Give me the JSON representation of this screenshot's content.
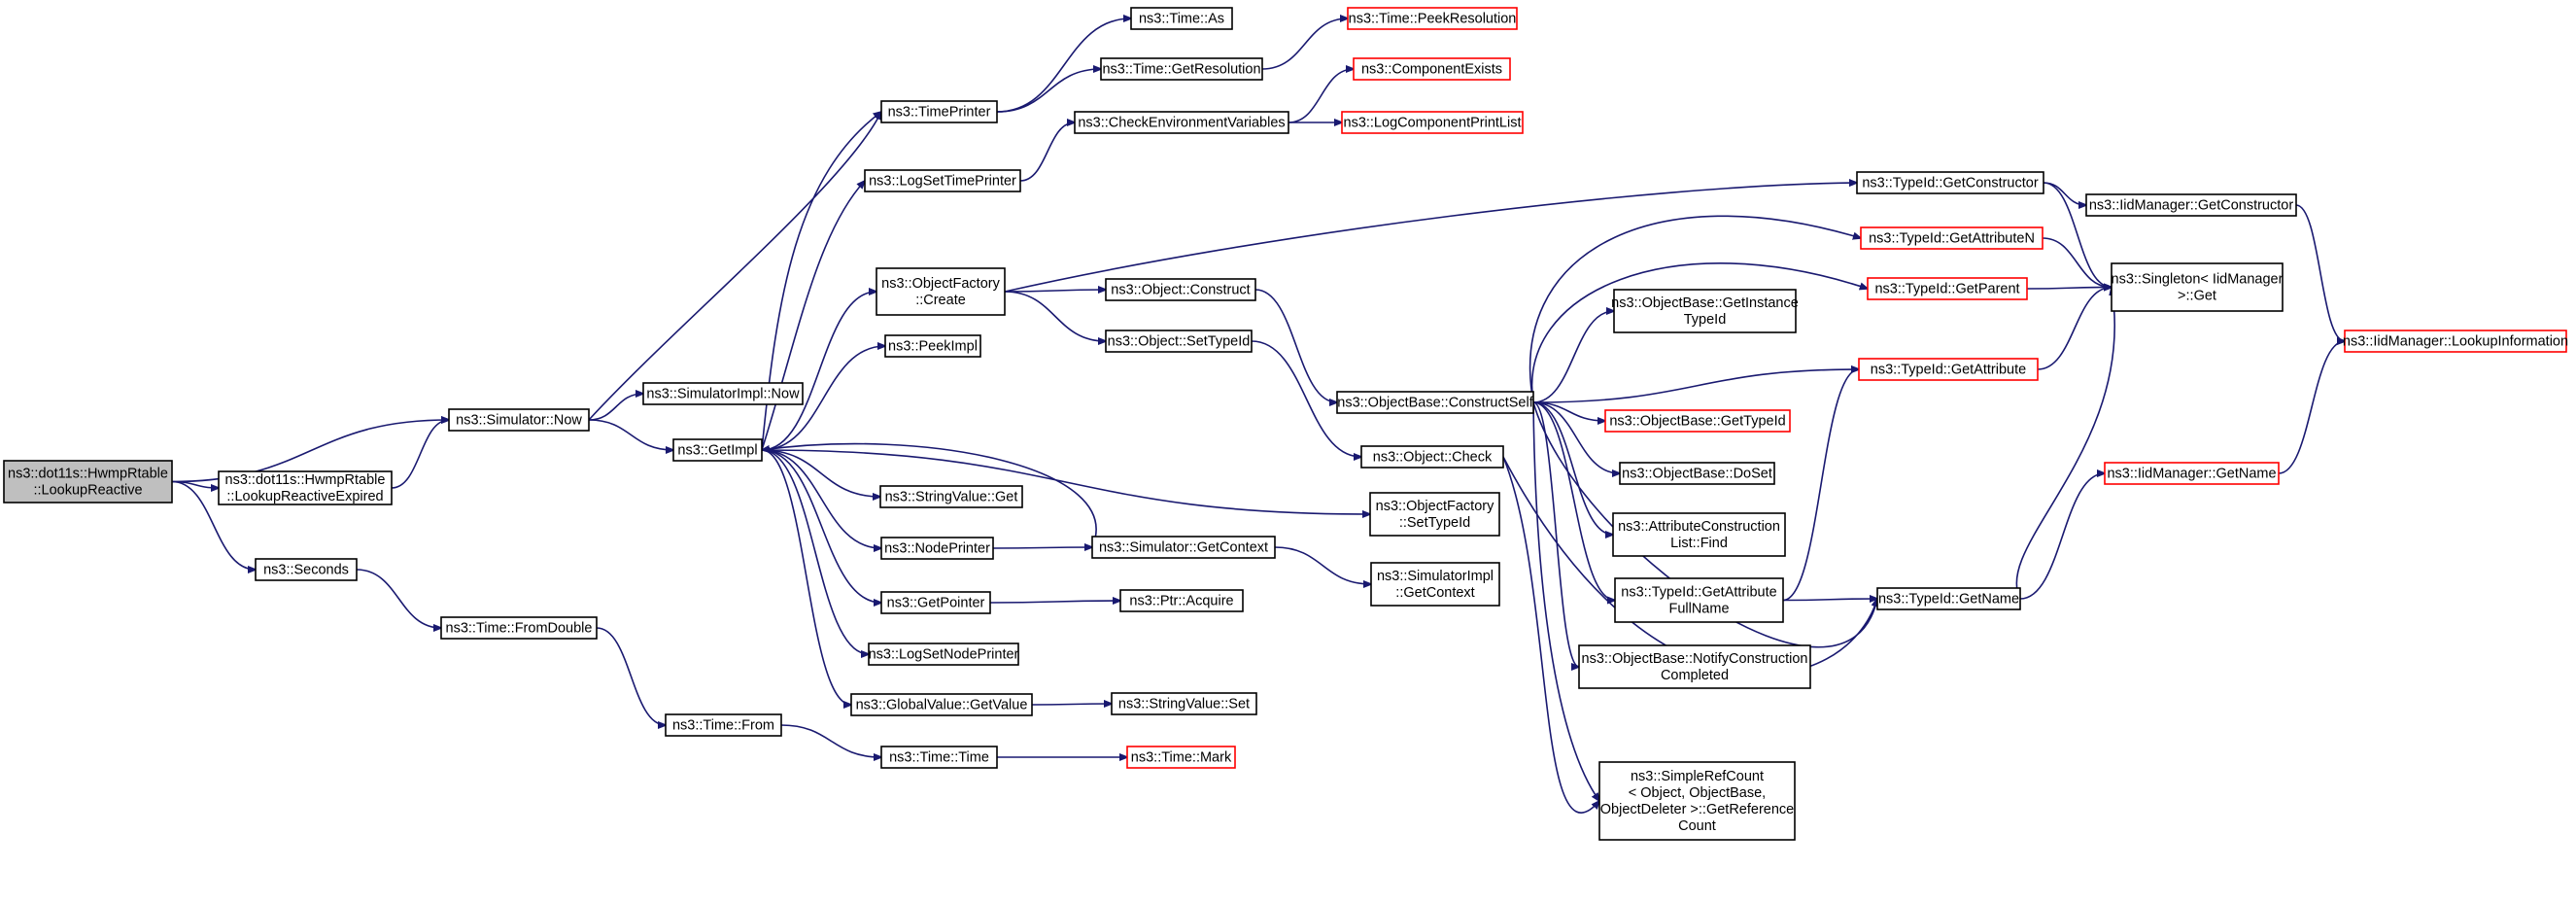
{
  "diagram": {
    "colors": {
      "edge": "#191970",
      "normal_border": "#000000",
      "truncated_border": "#ff0000",
      "root_fill": "#bfbfbf",
      "node_fill": "#ffffff"
    },
    "nodes": [
      {
        "id": "n0",
        "lines": [
          "ns3::dot11s::HwmpRtable",
          "::LookupReactive"
        ],
        "style": "root"
      },
      {
        "id": "n1",
        "lines": [
          "ns3::Simulator::Now"
        ],
        "style": "normal"
      },
      {
        "id": "n2",
        "lines": [
          "ns3::dot11s::HwmpRtable",
          "::LookupReactiveExpired"
        ],
        "style": "normal"
      },
      {
        "id": "n3",
        "lines": [
          "ns3::Seconds"
        ],
        "style": "normal"
      },
      {
        "id": "n4",
        "lines": [
          "ns3::SimulatorImpl::Now"
        ],
        "style": "normal"
      },
      {
        "id": "n5",
        "lines": [
          "ns3::GetImpl"
        ],
        "style": "normal"
      },
      {
        "id": "n6",
        "lines": [
          "ns3::Time::FromDouble"
        ],
        "style": "normal"
      },
      {
        "id": "n7",
        "lines": [
          "ns3::Time::From"
        ],
        "style": "normal"
      },
      {
        "id": "n8",
        "lines": [
          "ns3::TimePrinter"
        ],
        "style": "normal"
      },
      {
        "id": "n9",
        "lines": [
          "ns3::LogSetTimePrinter"
        ],
        "style": "normal"
      },
      {
        "id": "n10",
        "lines": [
          "ns3::ObjectFactory",
          "::Create"
        ],
        "style": "normal"
      },
      {
        "id": "n11",
        "lines": [
          "ns3::PeekImpl"
        ],
        "style": "normal"
      },
      {
        "id": "n12",
        "lines": [
          "ns3::StringValue::Get"
        ],
        "style": "normal"
      },
      {
        "id": "n13",
        "lines": [
          "ns3::NodePrinter"
        ],
        "style": "normal"
      },
      {
        "id": "n14",
        "lines": [
          "ns3::GetPointer"
        ],
        "style": "normal"
      },
      {
        "id": "n15",
        "lines": [
          "ns3::LogSetNodePrinter"
        ],
        "style": "normal"
      },
      {
        "id": "n16",
        "lines": [
          "ns3::GlobalValue::GetValue"
        ],
        "style": "normal"
      },
      {
        "id": "n17",
        "lines": [
          "ns3::Time::Time"
        ],
        "style": "normal"
      },
      {
        "id": "n18",
        "lines": [
          "ns3::Time::As"
        ],
        "style": "normal"
      },
      {
        "id": "n19",
        "lines": [
          "ns3::Time::GetResolution"
        ],
        "style": "normal"
      },
      {
        "id": "n20",
        "lines": [
          "ns3::CheckEnvironmentVariables"
        ],
        "style": "normal"
      },
      {
        "id": "n21",
        "lines": [
          "ns3::Object::Construct"
        ],
        "style": "normal"
      },
      {
        "id": "n22",
        "lines": [
          "ns3::Object::SetTypeId"
        ],
        "style": "normal"
      },
      {
        "id": "n23",
        "lines": [
          "ns3::Simulator::GetContext"
        ],
        "style": "normal"
      },
      {
        "id": "n24",
        "lines": [
          "ns3::Ptr::Acquire"
        ],
        "style": "normal"
      },
      {
        "id": "n25",
        "lines": [
          "ns3::StringValue::Set"
        ],
        "style": "normal"
      },
      {
        "id": "n26",
        "lines": [
          "ns3::Time::Mark"
        ],
        "style": "truncated"
      },
      {
        "id": "n27",
        "lines": [
          "ns3::Time::PeekResolution"
        ],
        "style": "truncated"
      },
      {
        "id": "n28",
        "lines": [
          "ns3::ComponentExists"
        ],
        "style": "truncated"
      },
      {
        "id": "n29",
        "lines": [
          "ns3::LogComponentPrintList"
        ],
        "style": "truncated"
      },
      {
        "id": "n30",
        "lines": [
          "ns3::ObjectBase::ConstructSelf"
        ],
        "style": "normal"
      },
      {
        "id": "n31",
        "lines": [
          "ns3::Object::Check"
        ],
        "style": "normal"
      },
      {
        "id": "n32",
        "lines": [
          "ns3::ObjectFactory",
          "::SetTypeId"
        ],
        "style": "normal"
      },
      {
        "id": "n33",
        "lines": [
          "ns3::SimulatorImpl",
          "::GetContext"
        ],
        "style": "normal"
      },
      {
        "id": "n34",
        "lines": [
          "ns3::ObjectBase::GetInstance",
          "TypeId"
        ],
        "style": "normal"
      },
      {
        "id": "n35",
        "lines": [
          "ns3::ObjectBase::GetTypeId"
        ],
        "style": "truncated"
      },
      {
        "id": "n36",
        "lines": [
          "ns3::ObjectBase::DoSet"
        ],
        "style": "normal"
      },
      {
        "id": "n37",
        "lines": [
          "ns3::AttributeConstruction",
          "List::Find"
        ],
        "style": "normal"
      },
      {
        "id": "n38",
        "lines": [
          "ns3::TypeId::GetAttribute",
          "FullName"
        ],
        "style": "normal"
      },
      {
        "id": "n39",
        "lines": [
          "ns3::ObjectBase::NotifyConstruction",
          "Completed"
        ],
        "style": "normal"
      },
      {
        "id": "n40",
        "lines": [
          "ns3::SimpleRefCount",
          "< Object, ObjectBase,",
          "ObjectDeleter >::GetReference",
          "Count"
        ],
        "style": "normal"
      },
      {
        "id": "n41",
        "lines": [
          "ns3::TypeId::GetConstructor"
        ],
        "style": "normal"
      },
      {
        "id": "n42",
        "lines": [
          "ns3::TypeId::GetAttributeN"
        ],
        "style": "truncated"
      },
      {
        "id": "n43",
        "lines": [
          "ns3::TypeId::GetParent"
        ],
        "style": "truncated"
      },
      {
        "id": "n44",
        "lines": [
          "ns3::TypeId::GetAttribute"
        ],
        "style": "truncated"
      },
      {
        "id": "n45",
        "lines": [
          "ns3::TypeId::GetName"
        ],
        "style": "normal"
      },
      {
        "id": "n46",
        "lines": [
          "ns3::IidManager::GetConstructor"
        ],
        "style": "normal"
      },
      {
        "id": "n47",
        "lines": [
          "ns3::Singleton< IidManager",
          ">::Get"
        ],
        "style": "normal"
      },
      {
        "id": "n48",
        "lines": [
          "ns3::IidManager::GetName"
        ],
        "style": "truncated"
      },
      {
        "id": "n49",
        "lines": [
          "ns3::IidManager::LookupInformation"
        ],
        "style": "truncated"
      }
    ],
    "edges": [
      [
        "n0",
        "n1"
      ],
      [
        "n0",
        "n2"
      ],
      [
        "n0",
        "n3"
      ],
      [
        "n2",
        "n1"
      ],
      [
        "n1",
        "n4"
      ],
      [
        "n1",
        "n5"
      ],
      [
        "n1",
        "n8"
      ],
      [
        "n3",
        "n6"
      ],
      [
        "n6",
        "n7"
      ],
      [
        "n7",
        "n17"
      ],
      [
        "n17",
        "n26"
      ],
      [
        "n5",
        "n9"
      ],
      [
        "n5",
        "n8"
      ],
      [
        "n5",
        "n10"
      ],
      [
        "n5",
        "n11"
      ],
      [
        "n5",
        "n12"
      ],
      [
        "n5",
        "n13"
      ],
      [
        "n5",
        "n14"
      ],
      [
        "n5",
        "n15"
      ],
      [
        "n5",
        "n16"
      ],
      [
        "n5",
        "n32"
      ],
      [
        "n23",
        "n5"
      ],
      [
        "n8",
        "n18"
      ],
      [
        "n8",
        "n19"
      ],
      [
        "n19",
        "n27"
      ],
      [
        "n9",
        "n20"
      ],
      [
        "n20",
        "n28"
      ],
      [
        "n20",
        "n29"
      ],
      [
        "n10",
        "n21"
      ],
      [
        "n10",
        "n22"
      ],
      [
        "n10",
        "n41"
      ],
      [
        "n13",
        "n23"
      ],
      [
        "n14",
        "n24"
      ],
      [
        "n16",
        "n25"
      ],
      [
        "n23",
        "n33"
      ],
      [
        "n21",
        "n30"
      ],
      [
        "n22",
        "n31"
      ],
      [
        "n30",
        "n34"
      ],
      [
        "n30",
        "n35"
      ],
      [
        "n30",
        "n36"
      ],
      [
        "n30",
        "n37"
      ],
      [
        "n30",
        "n38"
      ],
      [
        "n30",
        "n39"
      ],
      [
        "n30",
        "n40"
      ],
      [
        "n30",
        "n42"
      ],
      [
        "n30",
        "n43"
      ],
      [
        "n30",
        "n44"
      ],
      [
        "n30",
        "n45"
      ],
      [
        "n31",
        "n40"
      ],
      [
        "n31",
        "n45"
      ],
      [
        "n38",
        "n44"
      ],
      [
        "n38",
        "n45"
      ],
      [
        "n41",
        "n46"
      ],
      [
        "n41",
        "n47"
      ],
      [
        "n42",
        "n47"
      ],
      [
        "n43",
        "n47"
      ],
      [
        "n44",
        "n47"
      ],
      [
        "n45",
        "n47"
      ],
      [
        "n45",
        "n48"
      ],
      [
        "n46",
        "n49"
      ],
      [
        "n48",
        "n49"
      ]
    ]
  }
}
